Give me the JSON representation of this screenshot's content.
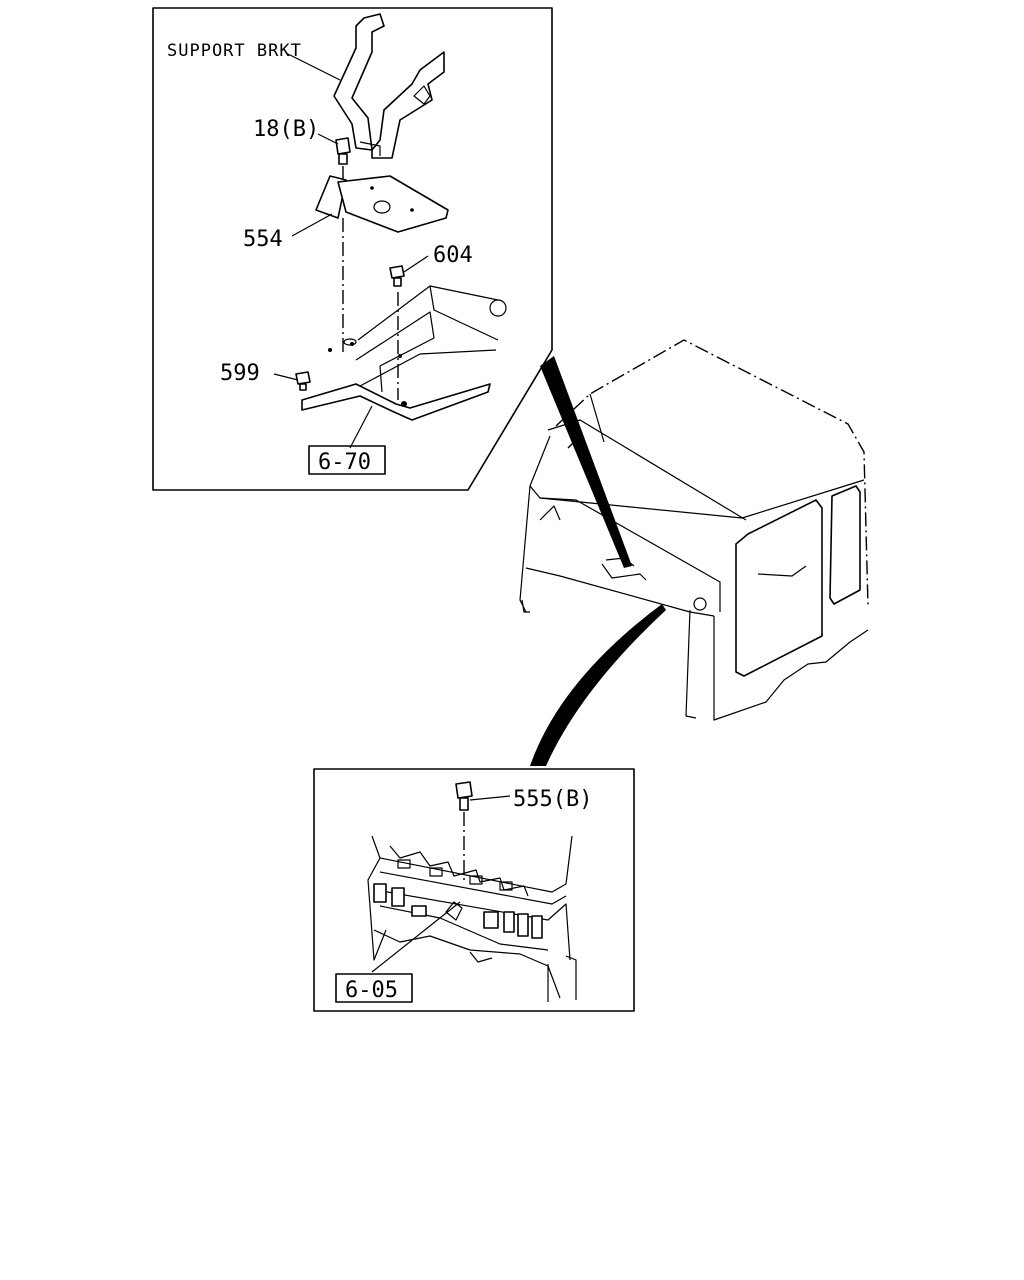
{
  "labels": {
    "support_brkt": "SUPPORT BRKT",
    "part_18": "18(B)",
    "part_554": "554",
    "part_604": "604",
    "part_599": "599",
    "part_555": "555(B)"
  },
  "refs": {
    "top": "6-70",
    "bottom": "6-05"
  }
}
